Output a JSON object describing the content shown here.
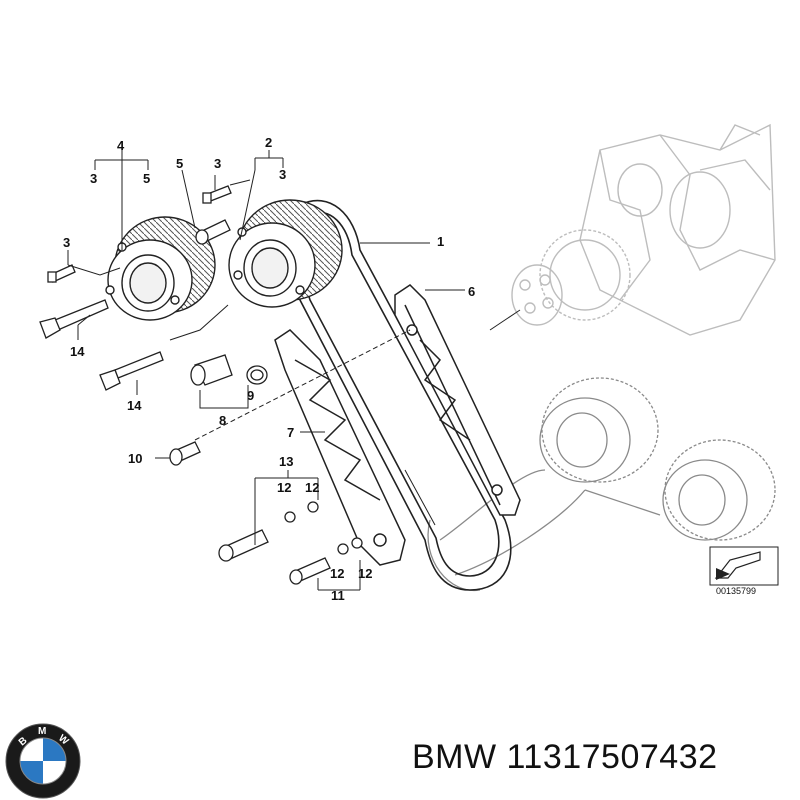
{
  "diagram": {
    "reference_id": "00135799",
    "callouts": {
      "c1": "1",
      "c2": "2",
      "c3a": "3",
      "c3b": "3",
      "c3c": "3",
      "c3d": "3",
      "c4": "4",
      "c5a": "5",
      "c5b": "5",
      "c6": "6",
      "c7": "7",
      "c8": "8",
      "c9": "9",
      "c10": "10",
      "c11": "11",
      "c12a": "12",
      "c12b": "12",
      "c12c": "12",
      "c12d": "12",
      "c13": "13",
      "c14a": "14",
      "c14b": "14"
    }
  },
  "caption": {
    "brand": "BMW",
    "part_number": "11317507432",
    "text": "BMW 11317507432"
  },
  "logo": {
    "letters": "BMW",
    "colors": {
      "ring": "#1a1a1a",
      "blue": "#2b78c2",
      "white": "#ffffff"
    }
  }
}
